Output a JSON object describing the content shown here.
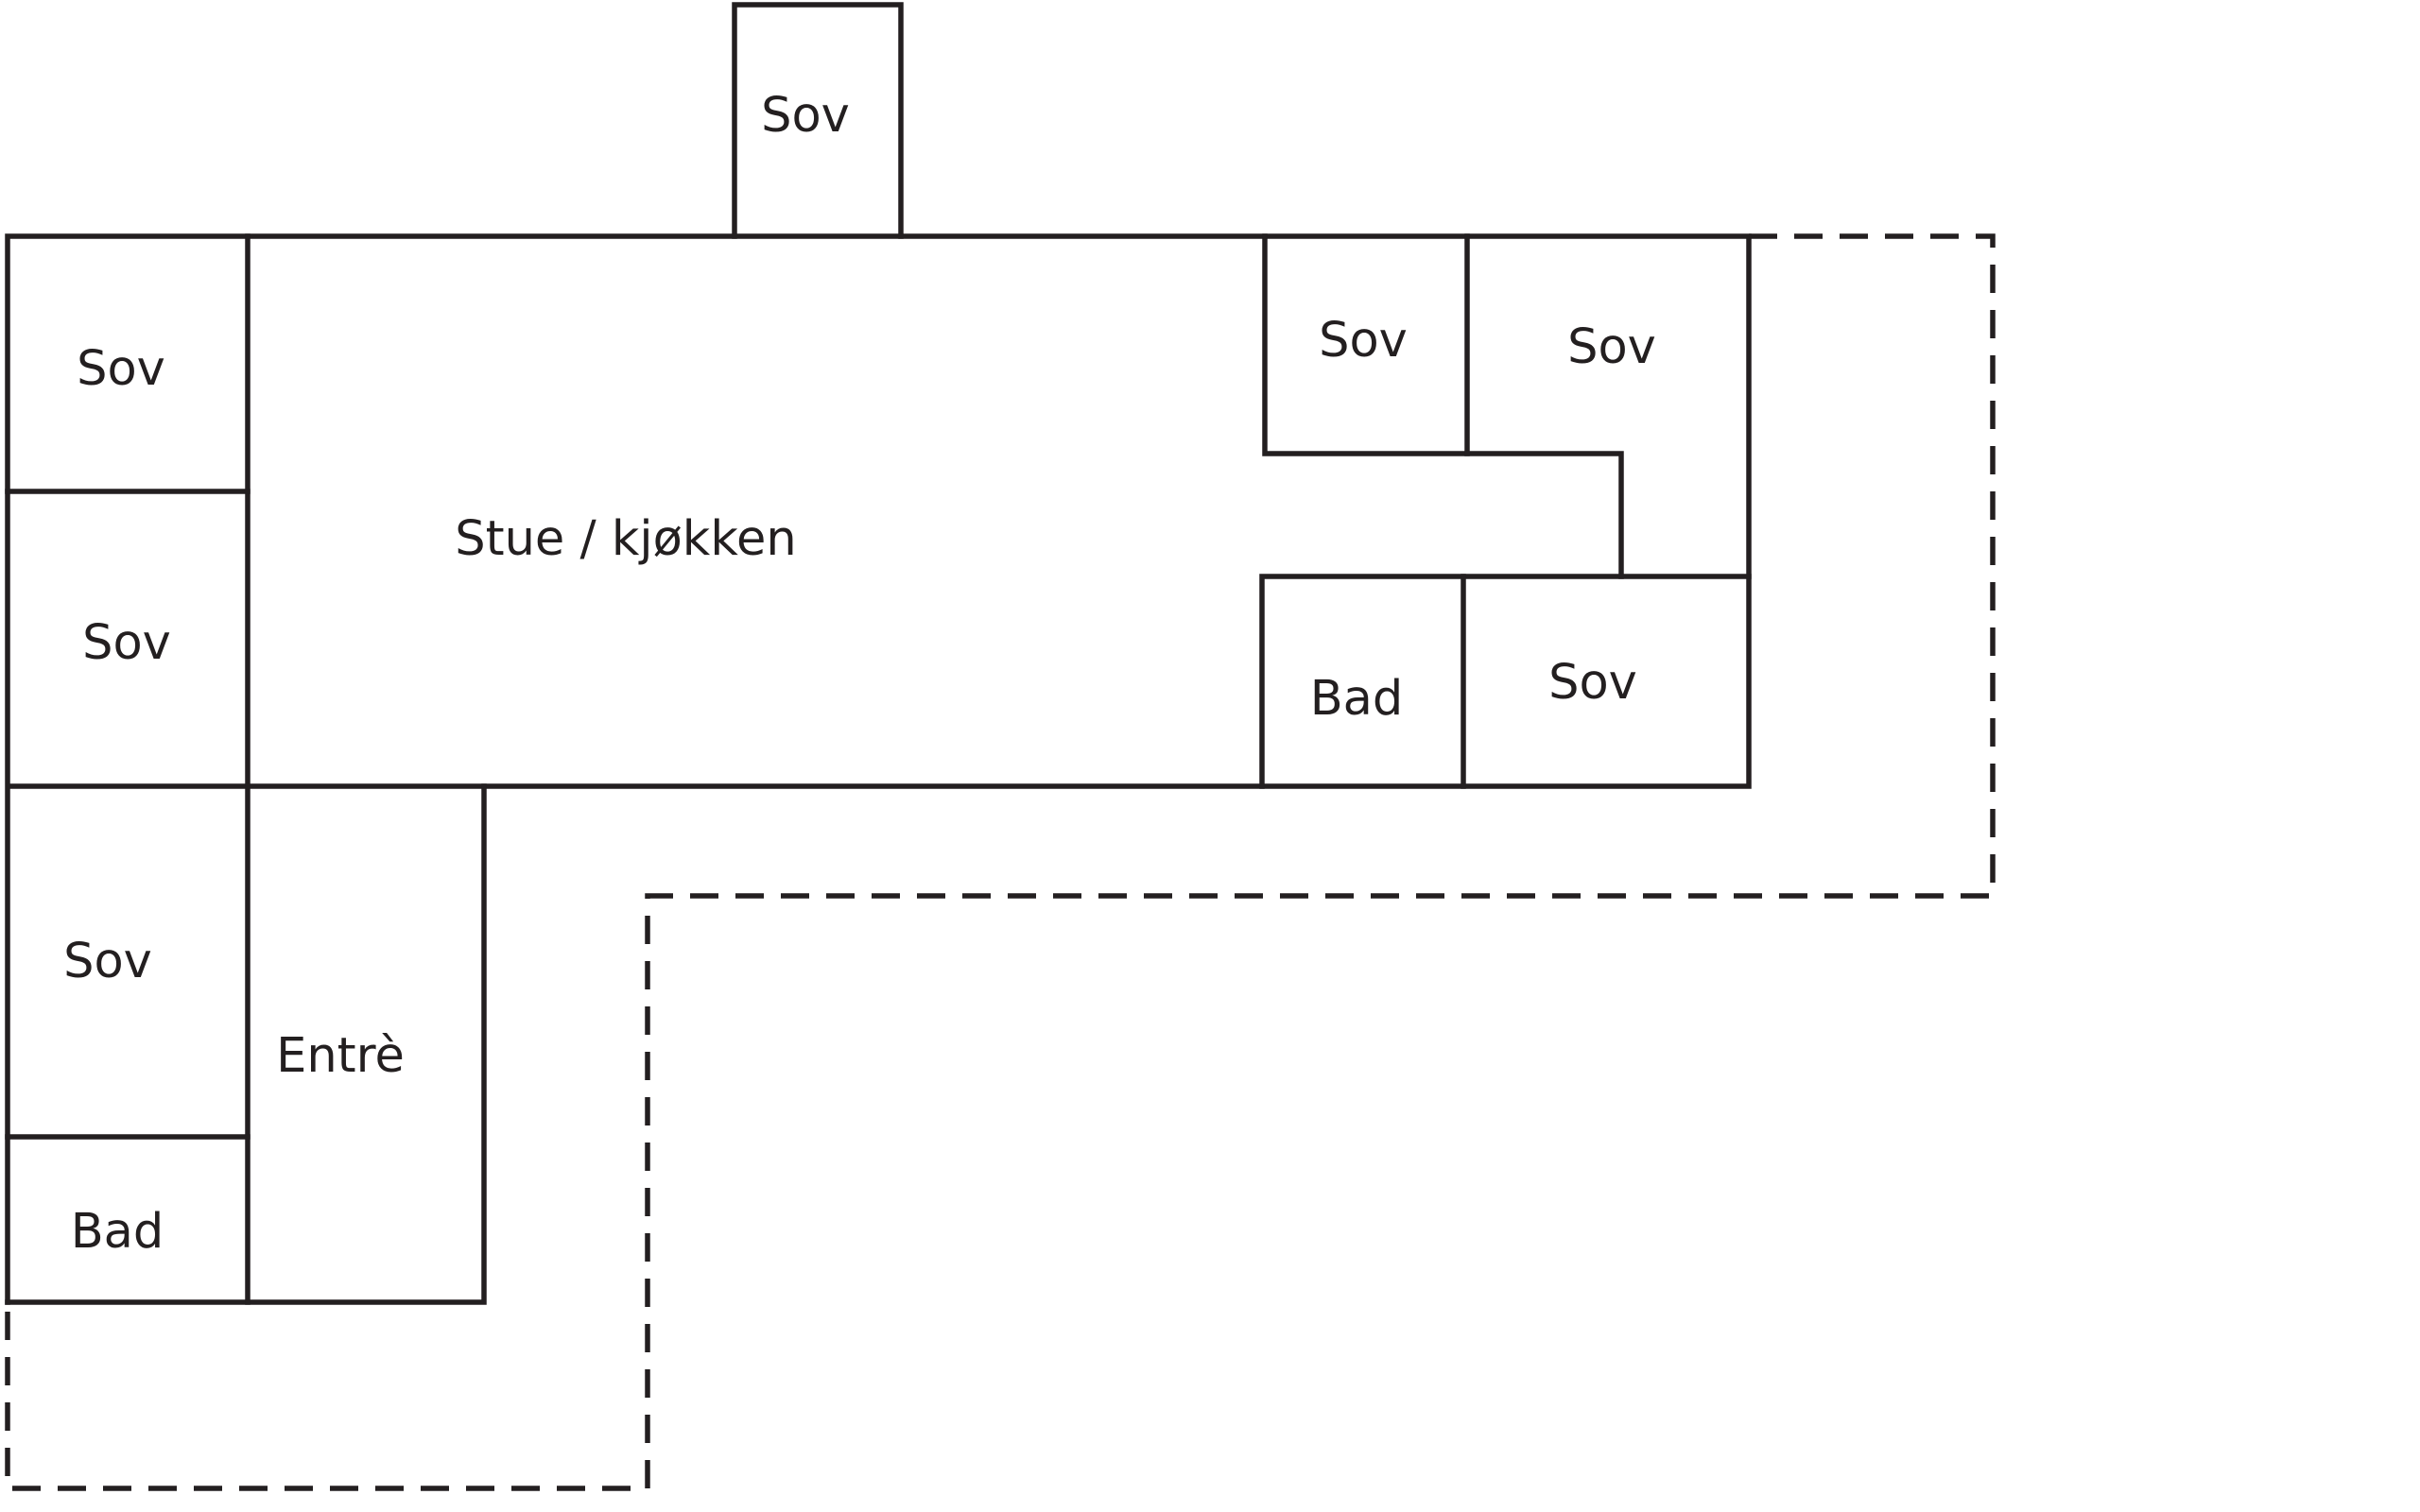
{
  "rooms": [
    {
      "id": "sov-annex",
      "label": "Sov"
    },
    {
      "id": "sov-nw",
      "label": "Sov"
    },
    {
      "id": "sov-w",
      "label": "Sov"
    },
    {
      "id": "stue-kjokken",
      "label": "Stue / kjøkken"
    },
    {
      "id": "sov-ne-small",
      "label": "Sov"
    },
    {
      "id": "sov-ne",
      "label": "Sov"
    },
    {
      "id": "bad-east",
      "label": "Bad"
    },
    {
      "id": "sov-se",
      "label": "Sov"
    },
    {
      "id": "sov-sw",
      "label": "Sov"
    },
    {
      "id": "entre",
      "label": "Entrè"
    },
    {
      "id": "bad-west",
      "label": "Bad"
    }
  ],
  "colors": {
    "line": "#231f20",
    "background": "#ffffff"
  }
}
